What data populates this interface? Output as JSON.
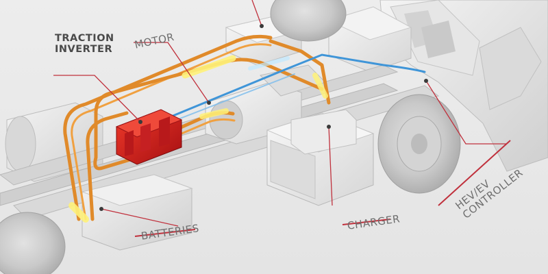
{
  "labels": {
    "traction_inverter_line1": "TRACTION",
    "traction_inverter_line2": "INVERTER",
    "motor": "MOTOR",
    "batteries": "BATTERIES",
    "charger": "CHARGER",
    "controller_line1": "HEV/EV",
    "controller_line2": "CONTROLLER"
  },
  "colors": {
    "background": "#e9e9e9",
    "chassis": "#dcdcdc",
    "component_highlight": "#d41a1a",
    "hv_cable": "#e8902a",
    "hv_cable_glow": "#ffe14a",
    "lv_cable": "#4aa0e0",
    "callout_line": "#c0303c",
    "label_text": "#6e6e6e"
  }
}
